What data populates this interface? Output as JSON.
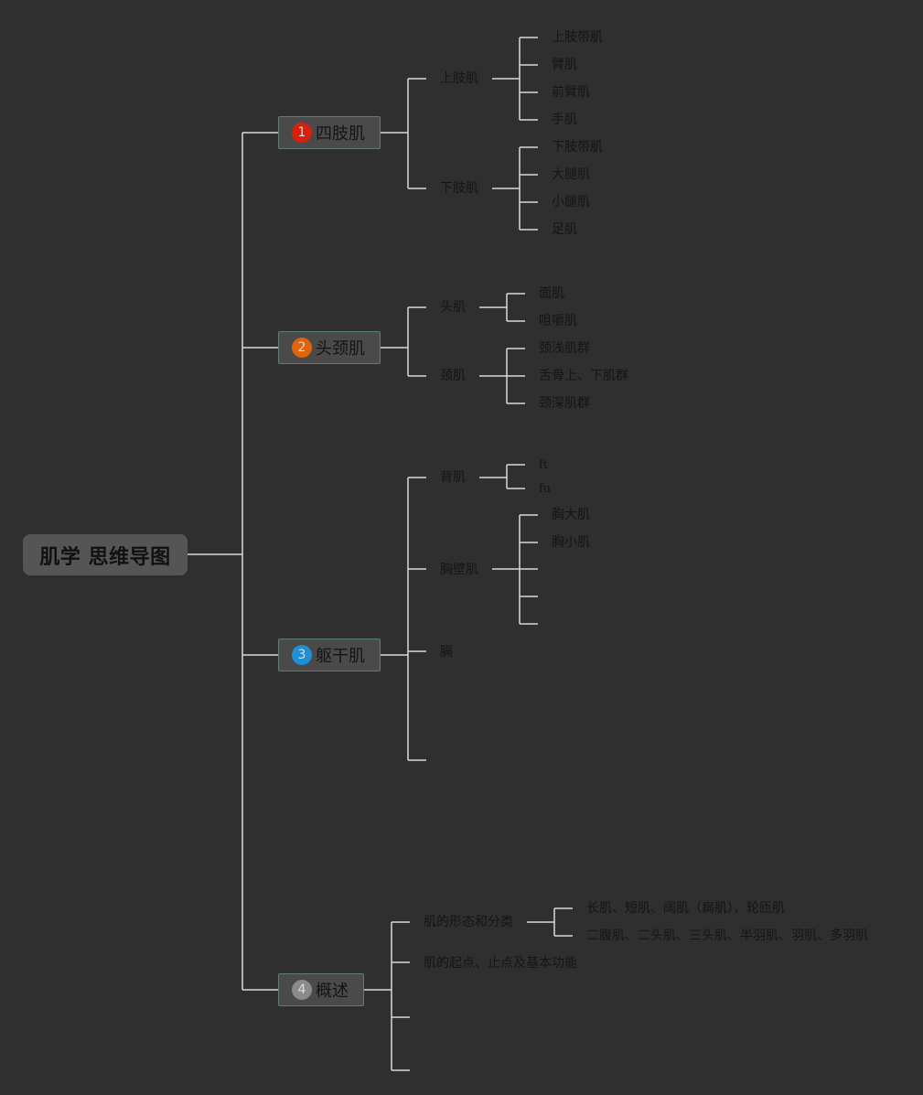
{
  "root": {
    "label": "肌学 思维导图"
  },
  "badge_colors": {
    "b1": "#d9200f",
    "b2": "#e0640c",
    "b3": "#1e90d8",
    "b4": "#8a8a8a"
  },
  "branches": [
    {
      "badge": "1",
      "label": "四肢肌",
      "children": [
        {
          "label": "上肢肌",
          "children": [
            "上肢带肌",
            "臂肌",
            "前臂肌",
            "手肌"
          ]
        },
        {
          "label": "下肢肌",
          "children": [
            "下肢带肌",
            "大腿肌",
            "小腿肌",
            "足肌"
          ]
        }
      ]
    },
    {
      "badge": "2",
      "label": "头颈肌",
      "children": [
        {
          "label": "头肌",
          "children": [
            "面肌",
            "咀嚼肌"
          ]
        },
        {
          "label": "颈肌",
          "children": [
            "颈浅肌群",
            "舌骨上、下肌群",
            "颈深肌群"
          ]
        }
      ]
    },
    {
      "badge": "3",
      "label": "躯干肌",
      "children": [
        {
          "label": "背肌",
          "children": [
            "ft",
            "fu"
          ]
        },
        {
          "label": "胸壁肌",
          "children": [
            "胸大肌",
            "胸小肌",
            "",
            "",
            ""
          ]
        },
        {
          "label": "膈",
          "children": []
        },
        {
          "label": "",
          "children": []
        }
      ]
    },
    {
      "badge": "4",
      "label": "概述",
      "children": [
        {
          "label": "肌的形态和分类",
          "children": [
            "长肌、短肌、阔肌（扁肌）、轮匝肌",
            "二腹肌、二头肌、三头肌、半羽肌、羽肌、多羽肌"
          ]
        },
        {
          "label": "肌的起点、止点及基本功能",
          "children": []
        },
        {
          "label": "",
          "children": []
        },
        {
          "label": "",
          "children": []
        }
      ]
    }
  ]
}
